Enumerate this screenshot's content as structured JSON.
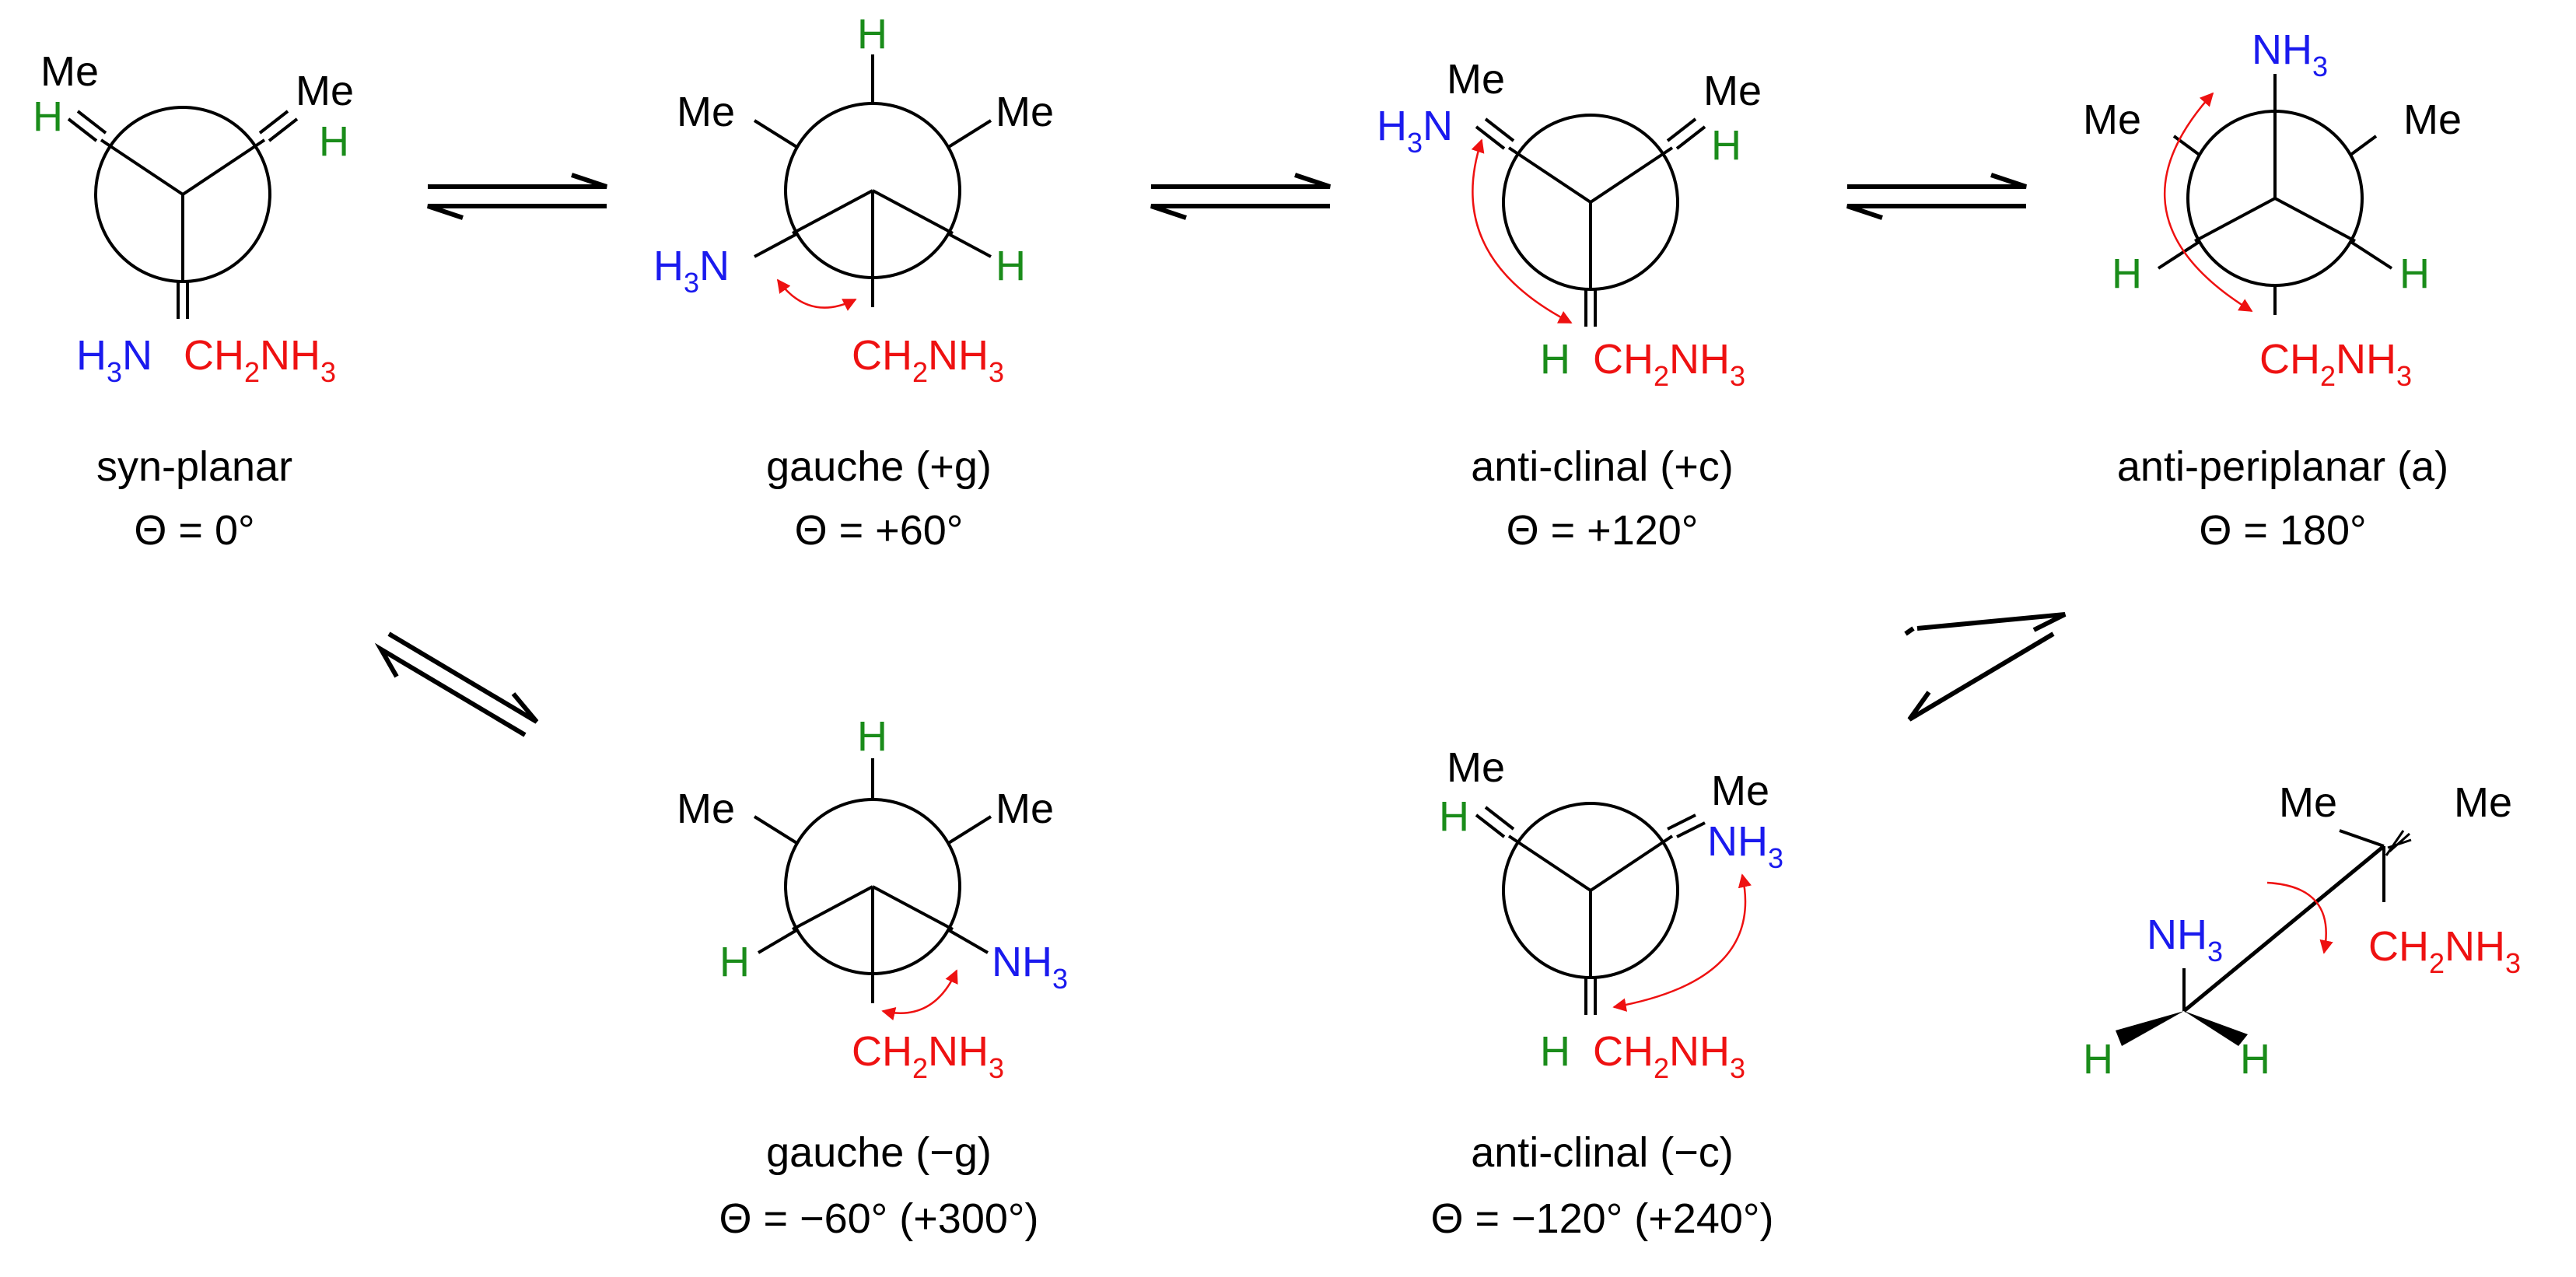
{
  "colors": {
    "hydrogen": "#1a8c1a",
    "amine": "#1a1aee",
    "ethylamine": "#ee1111",
    "text": "#000000"
  },
  "labels": {
    "Me": "Me",
    "H": "H",
    "N": "N",
    "C": "C",
    "NH": "NH",
    "CH": "CH",
    "sub2": "2",
    "sub3": "3"
  },
  "conformers": [
    {
      "name": "syn-planar",
      "angle": "Θ = 0°"
    },
    {
      "name": "gauche (+g)",
      "angle": "Θ = +60°"
    },
    {
      "name": "anti-clinal (+c)",
      "angle": "Θ = +120°"
    },
    {
      "name": "anti-periplanar (a)",
      "angle": "Θ = 180°"
    },
    {
      "name": "gauche (−g)",
      "angle": "Θ = −60° (+300°)"
    },
    {
      "name": "anti-clinal (−c)",
      "angle": "Θ = −120° (+240°)"
    }
  ]
}
